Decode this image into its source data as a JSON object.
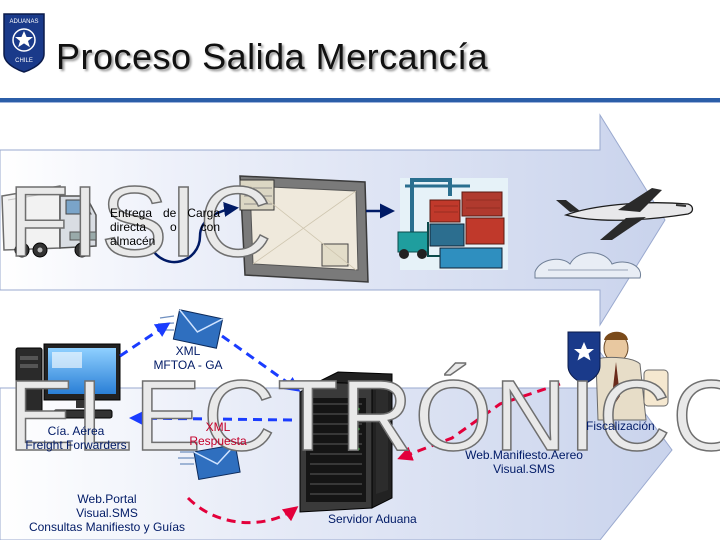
{
  "slide": {
    "title": "Proceso Salida Mercancía",
    "watermark_top": "FISIC",
    "watermark_bottom": "ELECTRÓNICO",
    "labels": {
      "entrega": [
        "Entrega de Carga",
        "directa o con",
        "almacén"
      ],
      "xml_mftoa": [
        "XML",
        "MFTOA - GA"
      ],
      "cia_aerea": [
        "Cía. Aérea",
        "Freight Forwarders"
      ],
      "xml_respuesta": [
        "XML",
        "Respuesta"
      ],
      "fiscalizacion": "Fiscalización",
      "web_manifiesto": [
        "Web.Manifiesto.Aereo",
        "Visual.SMS"
      ],
      "web_portal": [
        "Web.Portal",
        "Visual.SMS",
        "Consultas Manifiesto y Guías"
      ],
      "servidor": "Servidor Aduana"
    },
    "logo": {
      "lines": [
        "ADUANAS",
        "CHILE"
      ]
    },
    "colors": {
      "navy": "#001a66",
      "arrow_blue": "#c9d3ec",
      "divider_blue": "#2b5ea8",
      "dashed_blue": "#1a3cff",
      "dashed_red": "#e3003b"
    }
  }
}
